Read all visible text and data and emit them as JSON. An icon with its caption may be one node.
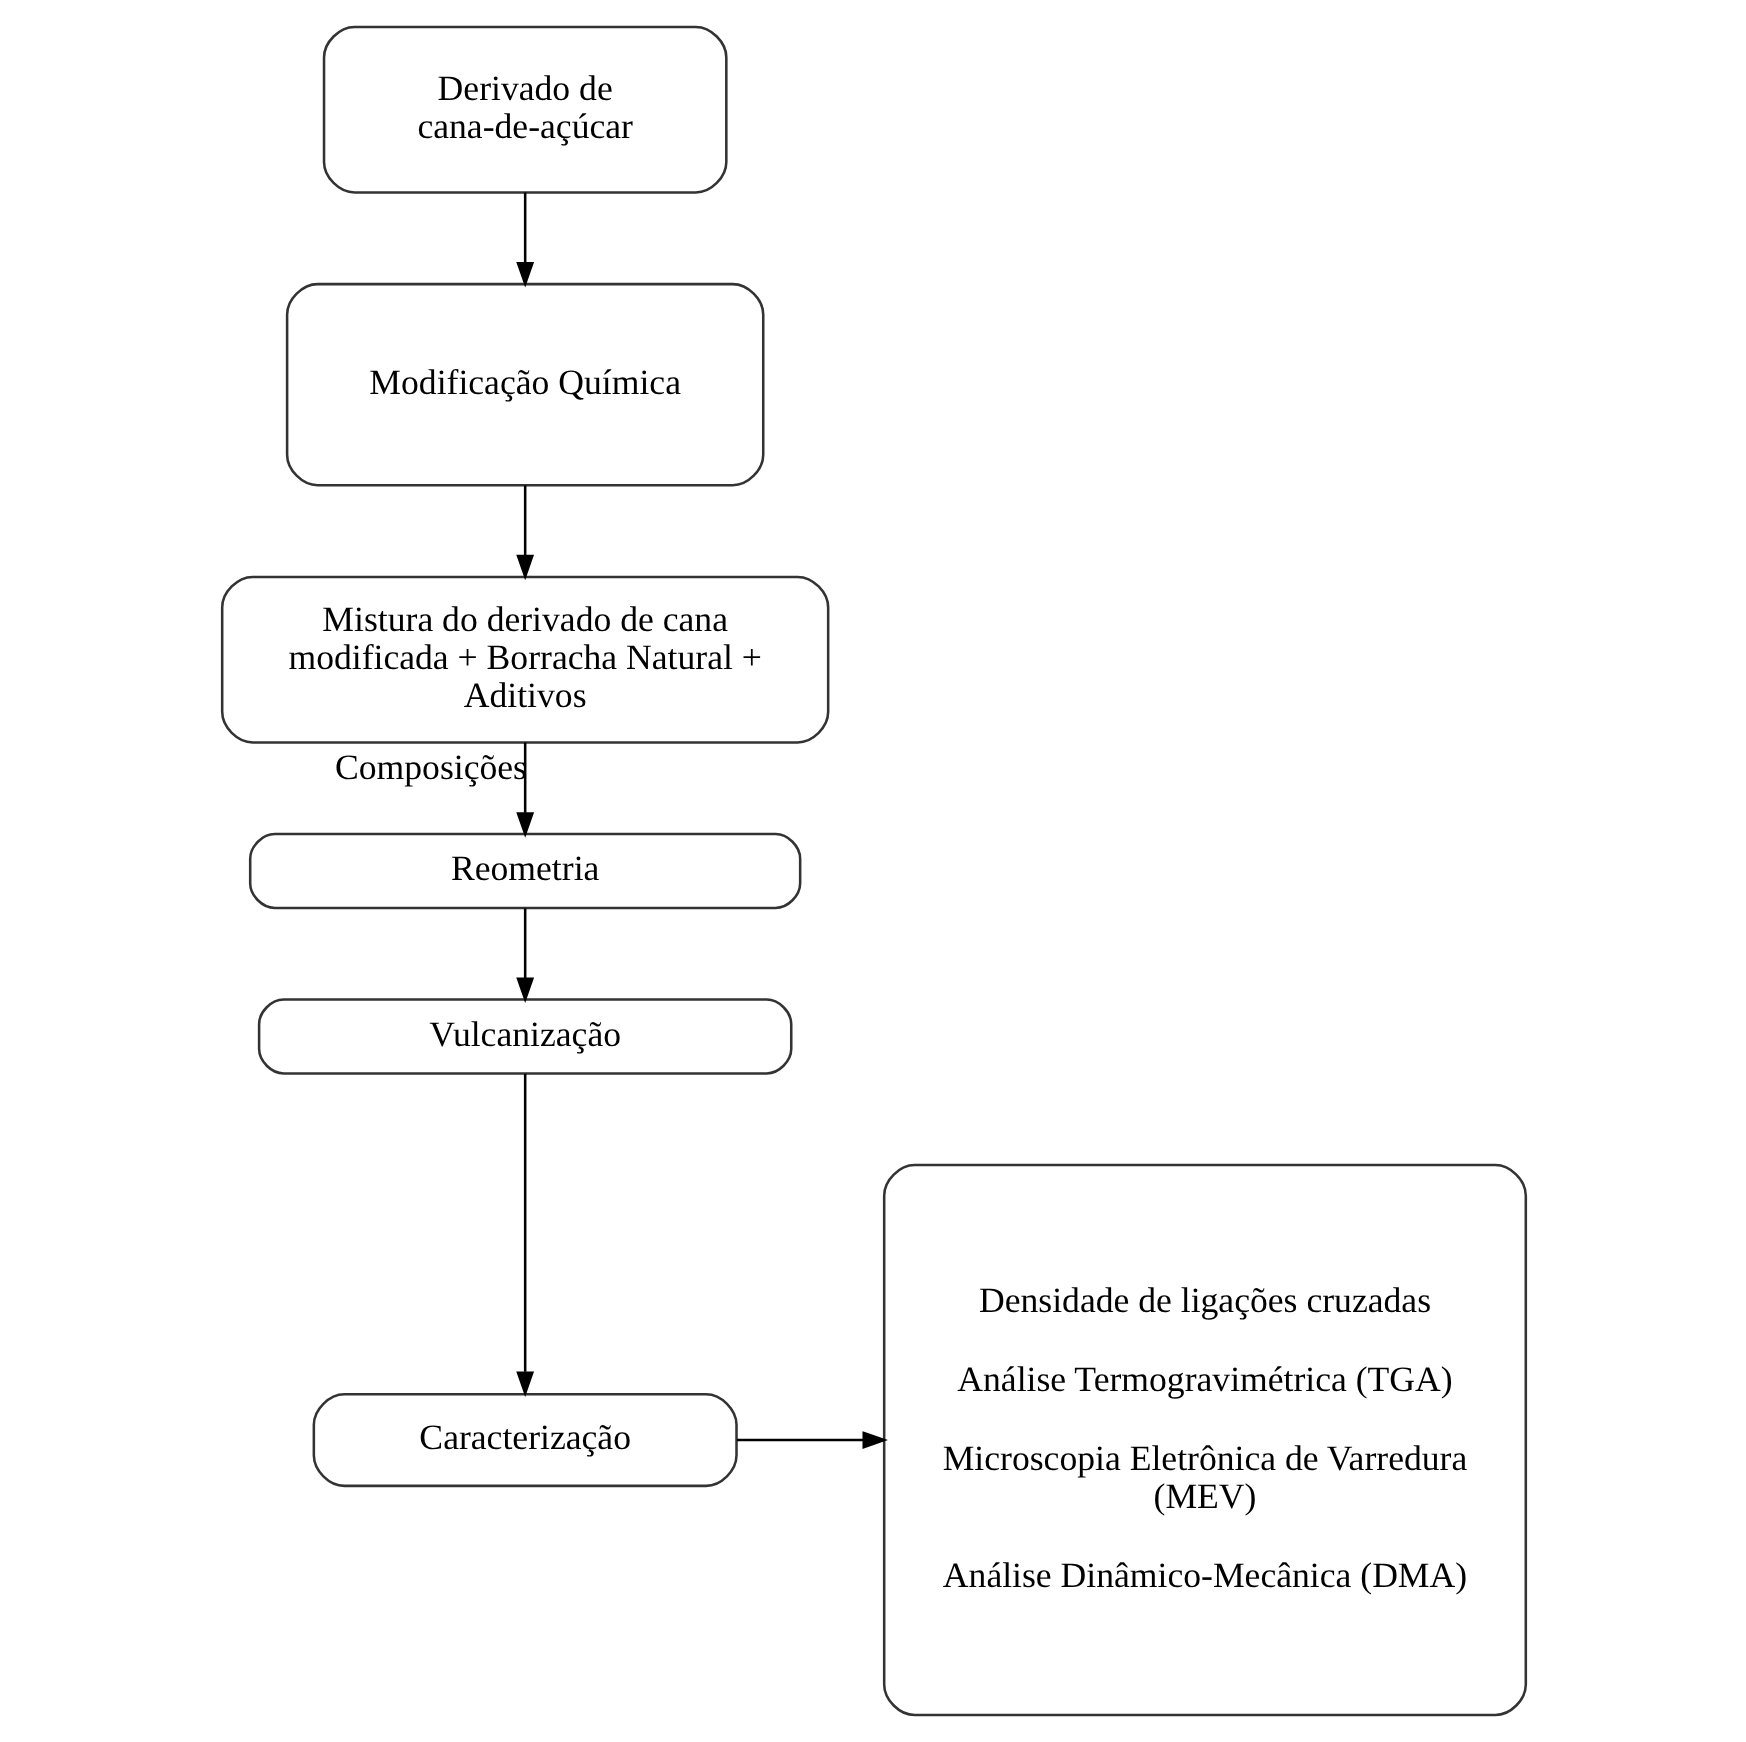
{
  "diagram": {
    "nodes": [
      {
        "text": [
          "Derivado de cana-de-açúcar"
        ]
      },
      {
        "text": [
          "Modificação Química"
        ]
      },
      {
        "text": [
          "Mistura do derivado de cana modificada + Borracha Natural + Aditivos"
        ]
      },
      {
        "text": [
          "Reometria"
        ]
      },
      {
        "text": [
          "Vulcanização"
        ]
      },
      {
        "text": [
          "Caracterização"
        ]
      },
      {
        "text": [
          "Densidade de ligações cruzadas",
          "Análise Termogravimétrica (TGA)",
          "Microscopia Eletrônica de Varredura (MEV)",
          "Análise Dinâmico-Mecânica (DMA)"
        ]
      }
    ],
    "edges": [
      {
        "from": 0,
        "to": 1,
        "arrow": "to"
      },
      {
        "from": 1,
        "to": 2,
        "arrow": "to"
      },
      {
        "from": 2,
        "to": 3,
        "arrow": "to",
        "label": "Composições"
      },
      {
        "from": 3,
        "to": 4,
        "arrow": "to"
      },
      {
        "from": 4,
        "to": 5,
        "arrow": "to"
      },
      {
        "from": 5,
        "to": 6,
        "arrow": "to"
      }
    ]
  }
}
